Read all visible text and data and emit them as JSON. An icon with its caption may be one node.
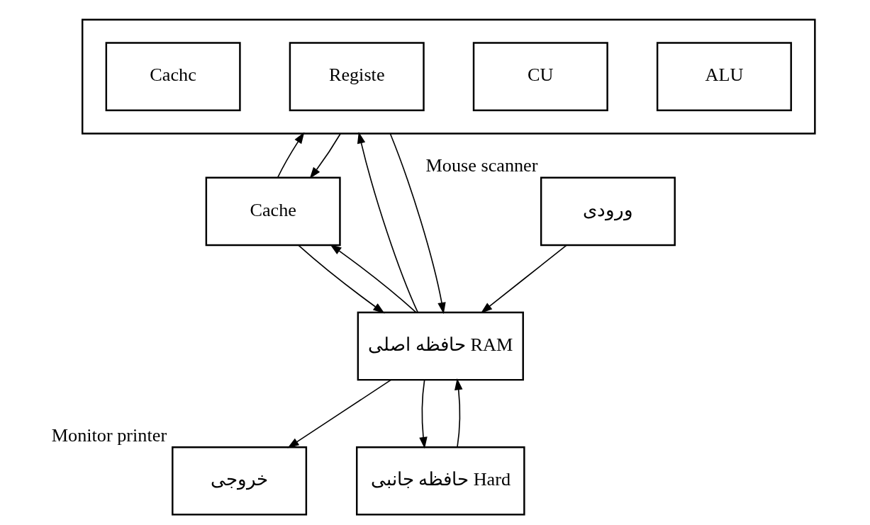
{
  "diagram": {
    "nodes": [
      {
        "text": [],
        "shape": "box"
      },
      {
        "text": [
          "ALU"
        ],
        "in": 0
      },
      {
        "text": [
          "CU"
        ],
        "in": 0
      },
      {
        "text": [
          "Registe"
        ],
        "in": 0
      },
      {
        "text": [
          "Cachc"
        ],
        "in": 0
      },
      {
        "text": [
          "ورودی"
        ],
        "beside": [
          "Mouse scanner"
        ]
      },
      {
        "text": [
          "Cache"
        ]
      },
      {
        "text": [
          "حافظه اصلی RAM"
        ]
      },
      {
        "text": [
          "خروجی"
        ],
        "beside": [
          "Monitor printer"
        ]
      },
      {
        "text": [
          "حافظه جانبی Hard"
        ]
      }
    ],
    "edges": [
      {
        "from": 6,
        "to": 0,
        "arrow": "to"
      },
      {
        "from": 0,
        "to": 6,
        "arrow": "to"
      },
      {
        "from": 5,
        "to": 7,
        "arrow": "to"
      },
      {
        "from": 6,
        "to": 7,
        "arrow": "to"
      },
      {
        "from": 7,
        "to": 6,
        "arrow": "to"
      },
      {
        "from": 7,
        "to": 0,
        "arrow": "to"
      },
      {
        "from": 0,
        "to": 7,
        "arrow": "to"
      },
      {
        "from": 7,
        "to": 8,
        "arrow": "to"
      },
      {
        "from": 9,
        "to": 7,
        "arrow": "to"
      },
      {
        "from": 7,
        "to": 9,
        "arrow": "to"
      }
    ]
  }
}
